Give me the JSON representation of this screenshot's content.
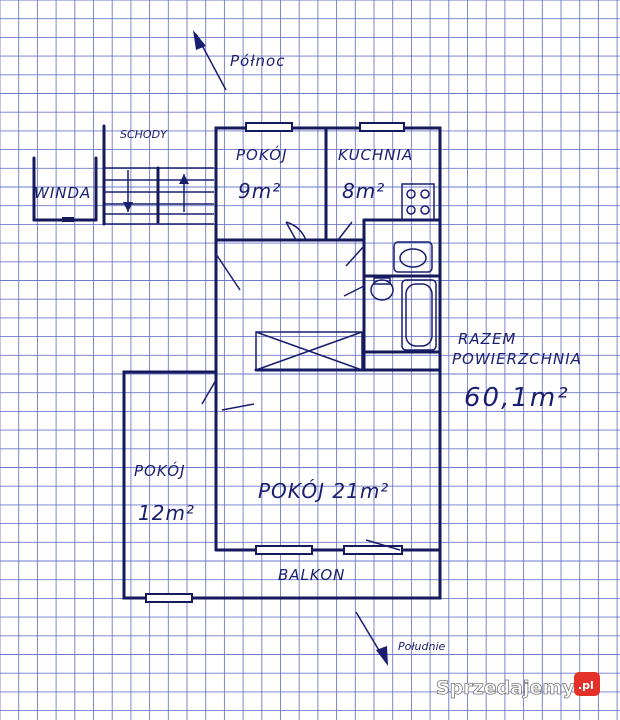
{
  "compass": {
    "north_label": "Północ",
    "south_label": "Południe"
  },
  "elevator": {
    "label": "WINDA"
  },
  "stairs": {
    "label": "SCHODY"
  },
  "rooms": {
    "room_top_left": {
      "name": "POKÓJ",
      "area": "9m²"
    },
    "kitchen": {
      "name": "KUCHNIA",
      "area": "8m²"
    },
    "room_left": {
      "name": "POKÓJ",
      "area": "12m²"
    },
    "room_main": {
      "label": "POKÓJ 21m²"
    },
    "balcony": {
      "name": "BALKON"
    }
  },
  "total": {
    "line1": "RAZEM",
    "line2": "POWIERZCHNIA",
    "value": "60,1m²"
  },
  "watermark": {
    "brand": "Sprzedajemy",
    "suffix": ".pl"
  },
  "colors": {
    "grid": "#6f79c9",
    "ink": "#141a5c",
    "watermark_badge": "#e4322b"
  }
}
